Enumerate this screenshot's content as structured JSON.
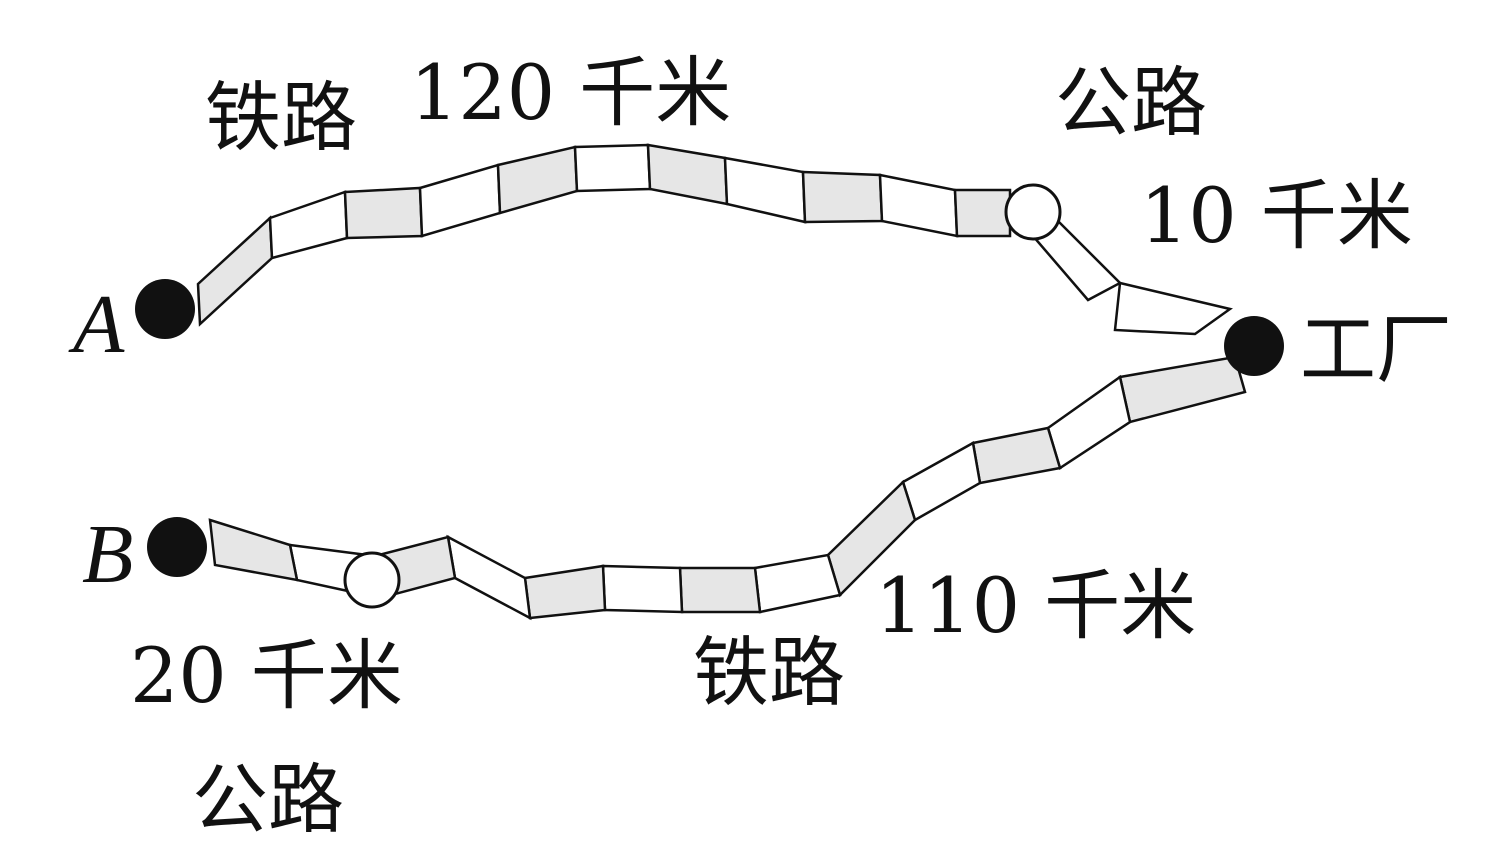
{
  "labels": {
    "point_a": "A",
    "point_b": "B",
    "factory": "工厂",
    "top_railway": "铁路",
    "top_railway_distance": "120 千米",
    "top_road": "公路",
    "top_road_distance": "10 千米",
    "bottom_road_distance": "20 千米",
    "bottom_road": "公路",
    "bottom_railway": "铁路",
    "bottom_railway_distance": "110 千米"
  },
  "colors": {
    "ink": "#111111",
    "track_fill": "#e6e6e6",
    "background": "#ffffff"
  }
}
